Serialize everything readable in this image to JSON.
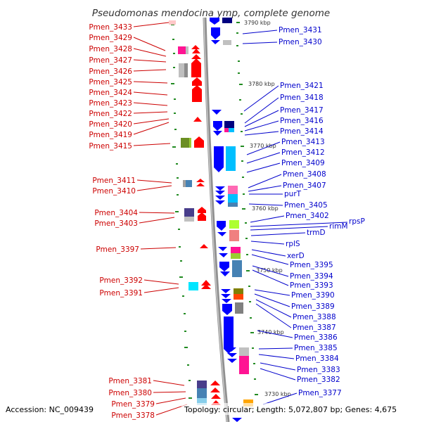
{
  "title": "Pseudomonas mendocina ymp, complete genome",
  "left_labels": [
    "Pmen_3433",
    "Pmen_3429",
    "Pmen_3428",
    "Pmen_3427",
    "Pmen_3426",
    "Pmen_3425",
    "Pmen_3424",
    "Pmen_3423",
    "Pmen_3422",
    "Pmen_3420",
    "Pmen_3419",
    "Pmen_3415",
    "Pmen_3411",
    "Pmen_3410",
    "Pmen_3404",
    "Pmen_3403",
    "Pmen_3397",
    "Pmen_3392",
    "Pmen_3391",
    "Pmen_3381",
    "Pmen_3380",
    "Pmen_3379",
    "Pmen_3378"
  ],
  "right_labels": [
    "Pmen_3431",
    "Pmen_3430",
    "Pmen_3421",
    "Pmen_3418",
    "Pmen_3417",
    "Pmen_3416",
    "Pmen_3414",
    "Pmen_3413",
    "Pmen_3412",
    "Pmen_3409",
    "Pmen_3408",
    "Pmen_3407",
    "purT",
    "Pmen_3405",
    "Pmen_3402",
    "rpsP",
    "rimM",
    "trmD",
    "rplS",
    "xerD",
    "Pmen_3395",
    "Pmen_3394",
    "Pmen_3393",
    "Pmen_3390",
    "Pmen_3389",
    "Pmen_3388",
    "Pmen_3387",
    "Pmen_3386",
    "Pmen_3385",
    "Pmen_3384",
    "Pmen_3383",
    "Pmen_3382",
    "Pmen_3377"
  ],
  "kbp_labels": [
    "3790 kbp",
    "3780 kbp",
    "3770 kbp",
    "3760 kbp",
    "3750 kbp",
    "3740 kbp",
    "3730 kbp"
  ],
  "footer": {
    "accession": "Accession: NC_009439",
    "summary": "Topology: circular; Length: 5,072,807 bp; Genes: 4,675"
  },
  "colors": {
    "forward_strand": "#ff0000",
    "reverse_strand": "#0000ff",
    "backbone": "#888888",
    "tick": "#228b22"
  }
}
